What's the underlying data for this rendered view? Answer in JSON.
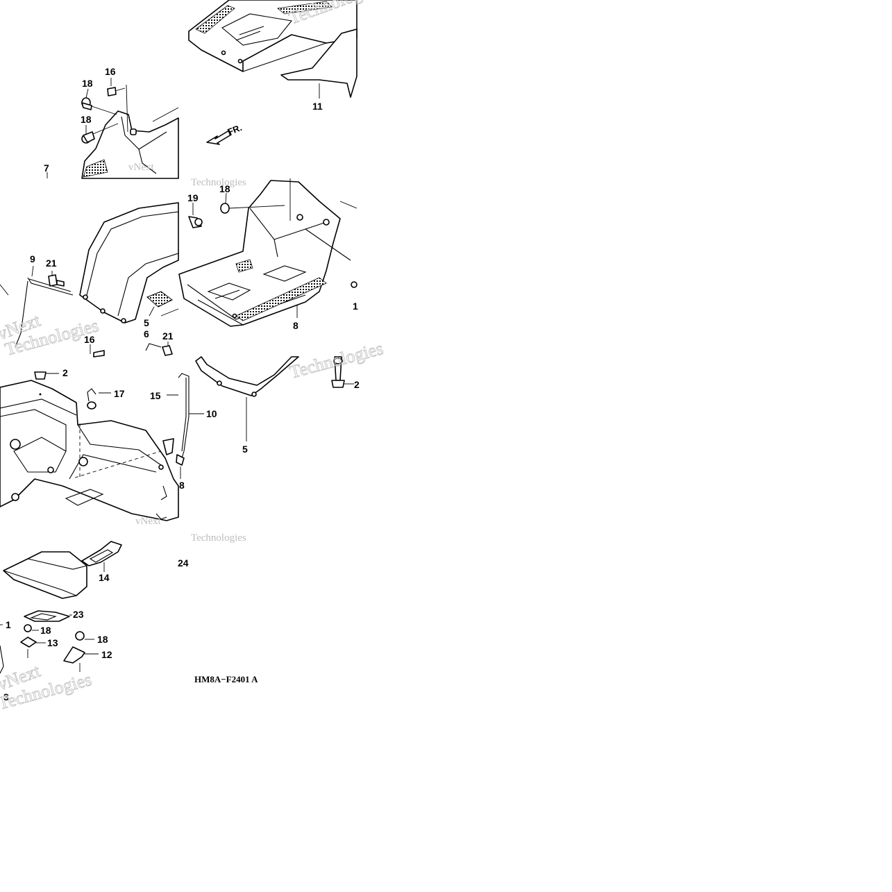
{
  "diagram": {
    "reference_code": "HM8A−F2401 A",
    "front_indicator": "FR.",
    "watermark_lines": [
      "vNext",
      "Technologies"
    ],
    "panels": {
      "top_left": {
        "callouts": [
          "16",
          "18",
          "18",
          "7"
        ]
      },
      "top_right": {
        "callouts": [
          "11"
        ]
      },
      "middle_left": {
        "callouts": [
          "9",
          "21",
          "5",
          "6",
          "21",
          "16"
        ]
      },
      "middle_right": {
        "callouts": [
          "19",
          "18",
          "8",
          "1"
        ]
      },
      "lower_left": {
        "callouts": [
          "2",
          "17",
          "15",
          "10",
          "8"
        ]
      },
      "lower_right": {
        "callouts": [
          "5",
          "2"
        ]
      },
      "bottom_left": {
        "callouts": [
          "24",
          "14",
          "23",
          "1",
          "18",
          "13",
          "18",
          "12",
          "3"
        ]
      }
    }
  }
}
